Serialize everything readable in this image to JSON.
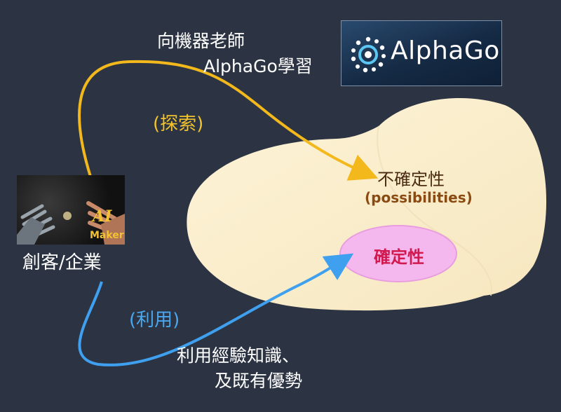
{
  "teacher_line1": "向機器老師",
  "teacher_line2": "AlphaGo學習",
  "logo_name": "AlphaGo",
  "explore_label": "(探索)",
  "uncertainty_label": "不確定性",
  "possibilities_label": "(possibilities)",
  "certainty_label": "確定性",
  "maker_logo": {
    "ai": "AI",
    "maker": "Maker"
  },
  "maker_label": "創客/企業",
  "exploit_label": "(利用)",
  "exploit_desc_line1": "利用經驗知識、",
  "exploit_desc_line2": "及既有優勢",
  "colors": {
    "background": "#2c3443",
    "explore_arrow": "#f2b81c",
    "exploit_arrow": "#3fa0f0",
    "region_fill": "#fbf0cf",
    "certainty_fill": "#f5b8ee"
  }
}
